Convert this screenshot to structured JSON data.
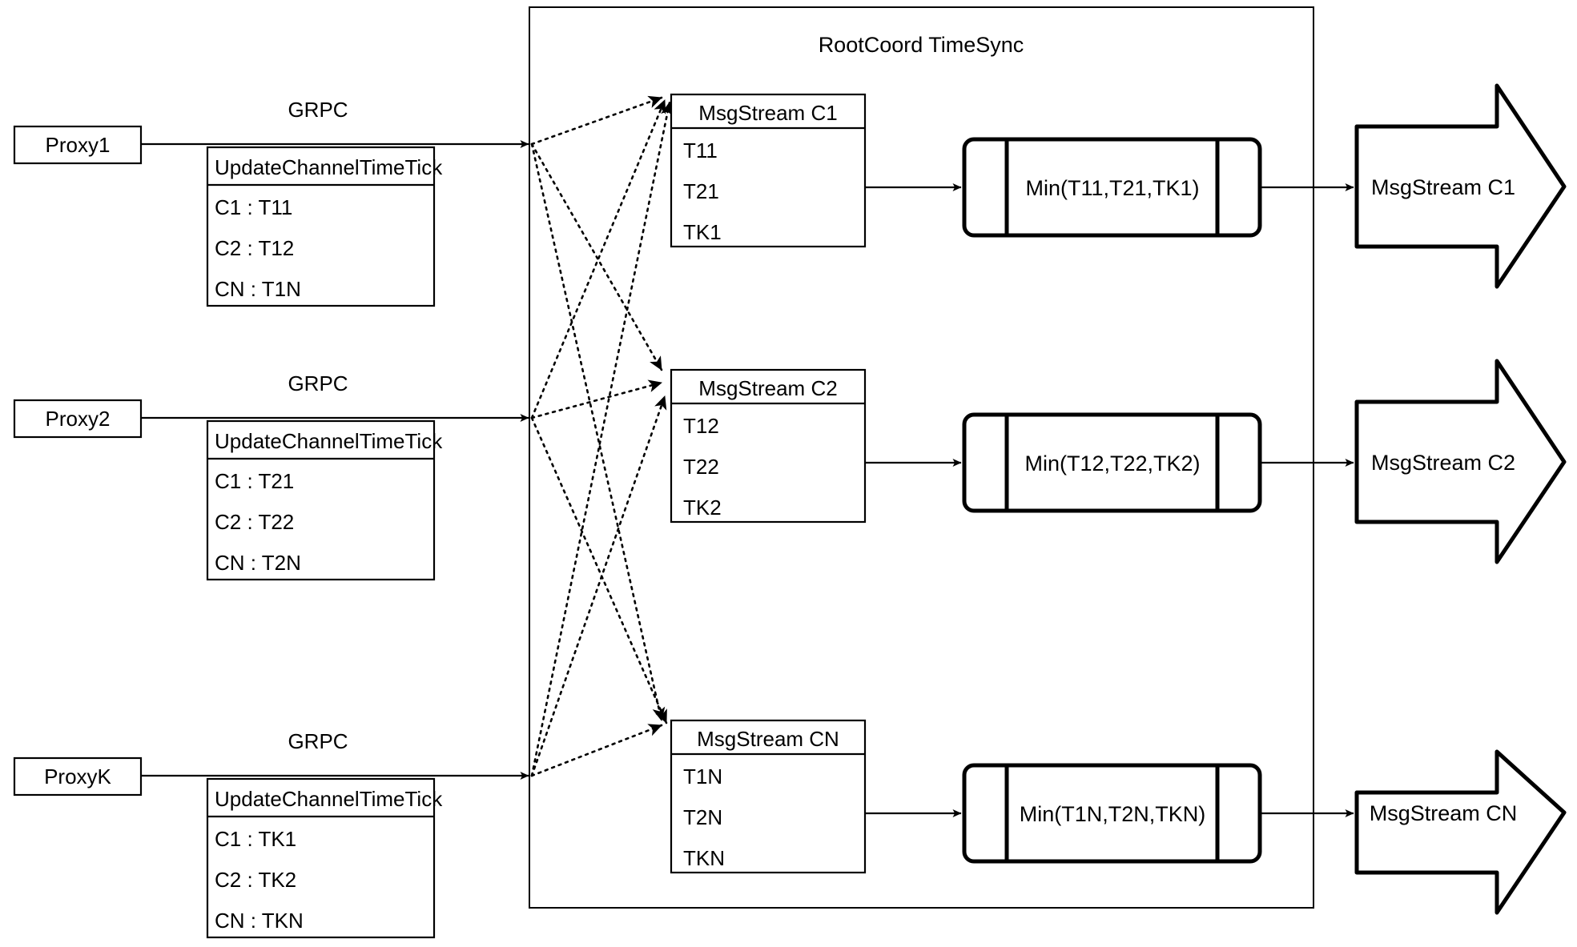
{
  "container": {
    "title": "RootCoord TimeSync"
  },
  "proxies": [
    {
      "name": "Proxy1",
      "link_label": "GRPC",
      "message": {
        "header": "UpdateChannelTimeTick",
        "rows": [
          "C1 :  T11",
          "C2 :  T12",
          "CN : T1N"
        ]
      }
    },
    {
      "name": "Proxy2",
      "link_label": "GRPC",
      "message": {
        "header": "UpdateChannelTimeTick",
        "rows": [
          "C1 :  T21",
          "C2 :  T22",
          "CN : T2N"
        ]
      }
    },
    {
      "name": "ProxyK",
      "link_label": "GRPC",
      "message": {
        "header": "UpdateChannelTimeTick",
        "rows": [
          "C1 :  TK1",
          "C2 :  TK2",
          "CN : TKN"
        ]
      }
    }
  ],
  "channels": [
    {
      "stream": {
        "header": "MsgStream C1",
        "rows": [
          "T11",
          "T21",
          "TK1"
        ]
      },
      "min": "Min(T11,T21,TK1)",
      "output": "MsgStream C1"
    },
    {
      "stream": {
        "header": "MsgStream C2",
        "rows": [
          "T12",
          "T22",
          "TK2"
        ]
      },
      "min": "Min(T12,T22,TK2)",
      "output": "MsgStream C2"
    },
    {
      "stream": {
        "header": "MsgStream CN",
        "rows": [
          "T1N",
          "T2N",
          "TKN"
        ]
      },
      "min": "Min(T1N,T2N,TKN)",
      "output": "MsgStream CN"
    }
  ],
  "colors": {
    "stroke": "#000000",
    "fill": "#ffffff"
  }
}
